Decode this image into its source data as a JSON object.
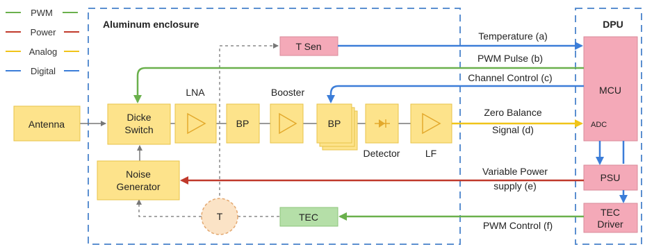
{
  "legend": [
    {
      "label": "PWM",
      "color": "#6ab04c"
    },
    {
      "label": "Power",
      "color": "#c0392b"
    },
    {
      "label": "Analog",
      "color": "#f0c419"
    },
    {
      "label": "Digital",
      "color": "#3b7dd8"
    }
  ],
  "enclosure": {
    "title": "Aluminum enclosure"
  },
  "dpu": {
    "title": "DPU"
  },
  "blocks": {
    "antenna": "Antenna",
    "dicke_line1": "Dicke",
    "dicke_line2": "Switch",
    "lna_label": "LNA",
    "bp1": "BP",
    "booster_label": "Booster",
    "bp2": "BP",
    "detector_label": "Detector",
    "lf_label": "LF",
    "noise_line1": "Noise",
    "noise_line2": "Generator",
    "t_sen": "T Sen",
    "t_node": "T",
    "tec": "TEC",
    "mcu": "MCU",
    "adc": "ADC",
    "psu": "PSU",
    "tec_driver_line1": "TEC",
    "tec_driver_line2": "Driver"
  },
  "signals": {
    "temperature": "Temperature (a)",
    "pwm_pulse": "PWM Pulse (b)",
    "channel_control": "Channel Control (c)",
    "zero_balance_line1": "Zero Balance",
    "zero_balance_line2": "Signal (d)",
    "variable_power_line1": "Variable Power",
    "variable_power_line2": "supply (e)",
    "pwm_control": "PWM Control (f)"
  },
  "colors": {
    "pwm": "#6ab04c",
    "power": "#c0392b",
    "analog": "#f0c419",
    "digital": "#3b7dd8",
    "block_fill": "#fde38b",
    "block_stroke": "#e8c34a",
    "dpu_fill": "#f4a9b8",
    "dpu_stroke": "#d98a9a",
    "tec_fill": "#b5dfa8",
    "border_dash": "#5b8fd0"
  }
}
